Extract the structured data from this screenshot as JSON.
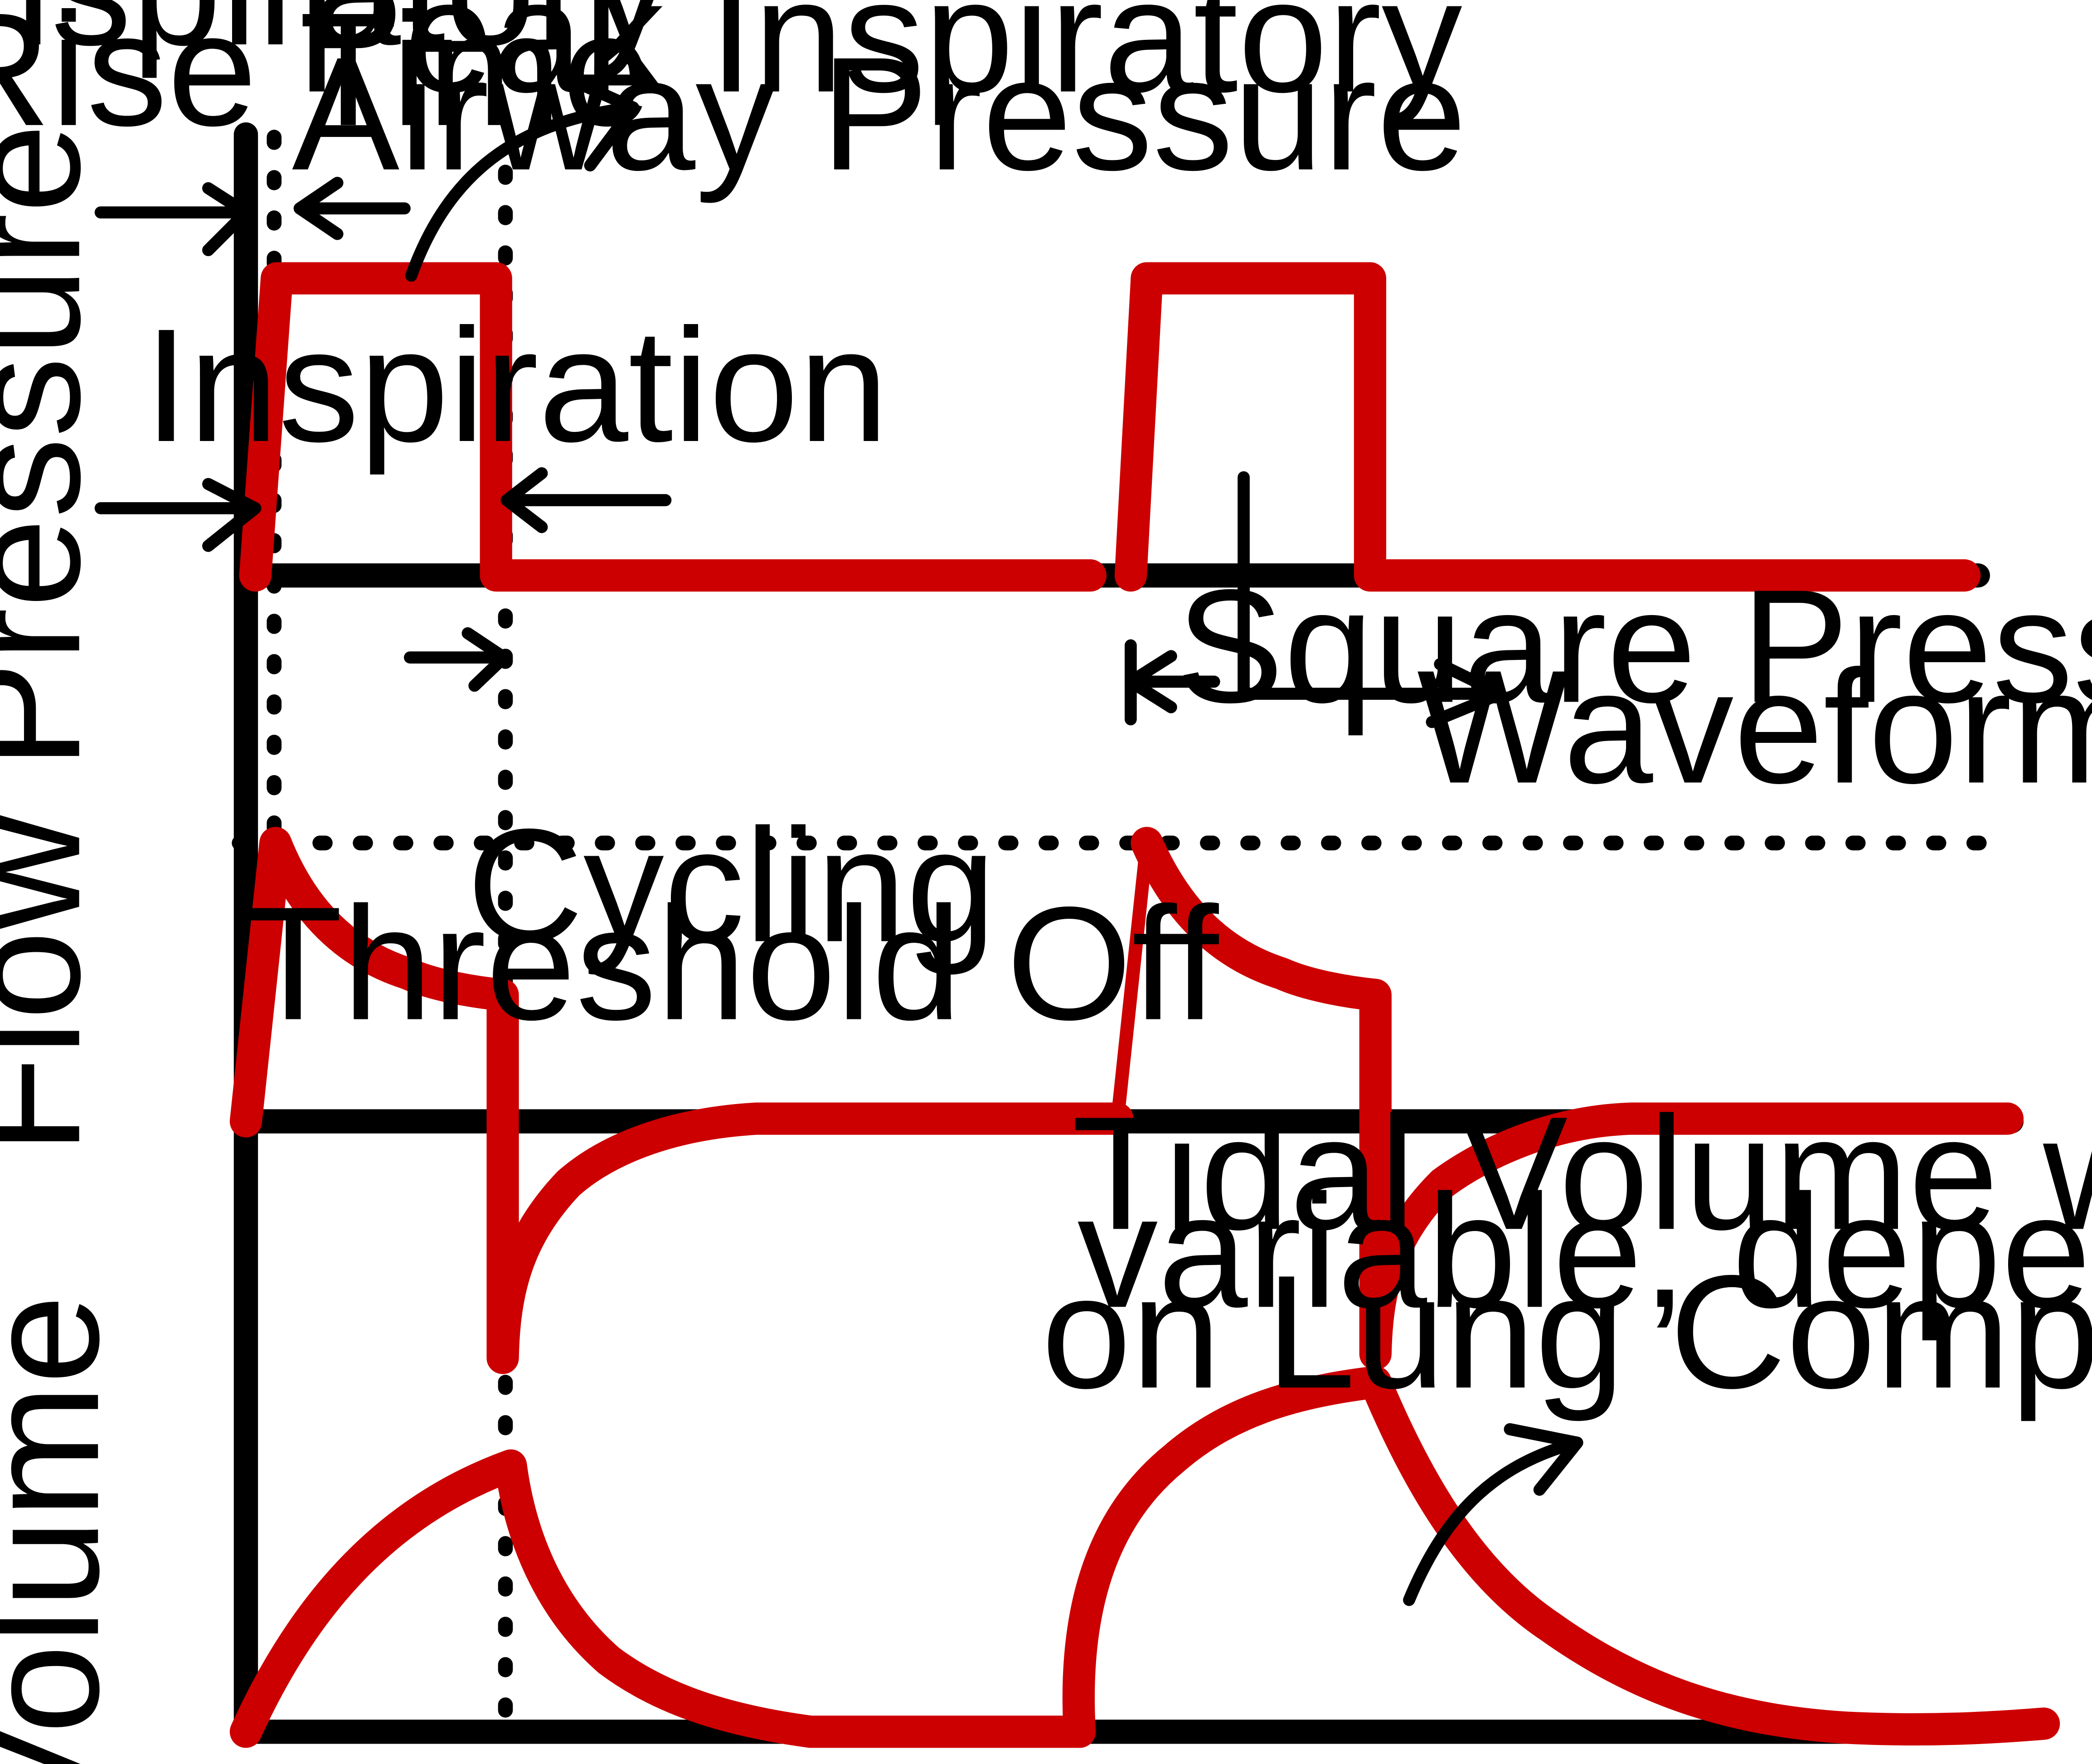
{
  "axes": {
    "pressure_label": "Pressure",
    "flow_label": "Flow",
    "volume_label": "Volume"
  },
  "annotations": {
    "rise_time_line1": "Inspiratory",
    "rise_time_line2": "Rise Time",
    "peak_pressure_line1": "Peak Inspiratory",
    "peak_pressure_line2": "Airway Pressure",
    "inspiration": "Inspiration",
    "square_waveform_line1": "Square Pressure",
    "square_waveform_line2": "Waveform",
    "cycling_line1": "Cycling",
    "cycling_line2": "Threshold Off",
    "tidal_line1": "Tidal Volume will be",
    "tidal_line2": "variable, depending",
    "tidal_line3": "on Lung Compliance"
  },
  "colors": {
    "waveform": "#cc0000",
    "axes": "#000000",
    "background": "#ffffff"
  }
}
